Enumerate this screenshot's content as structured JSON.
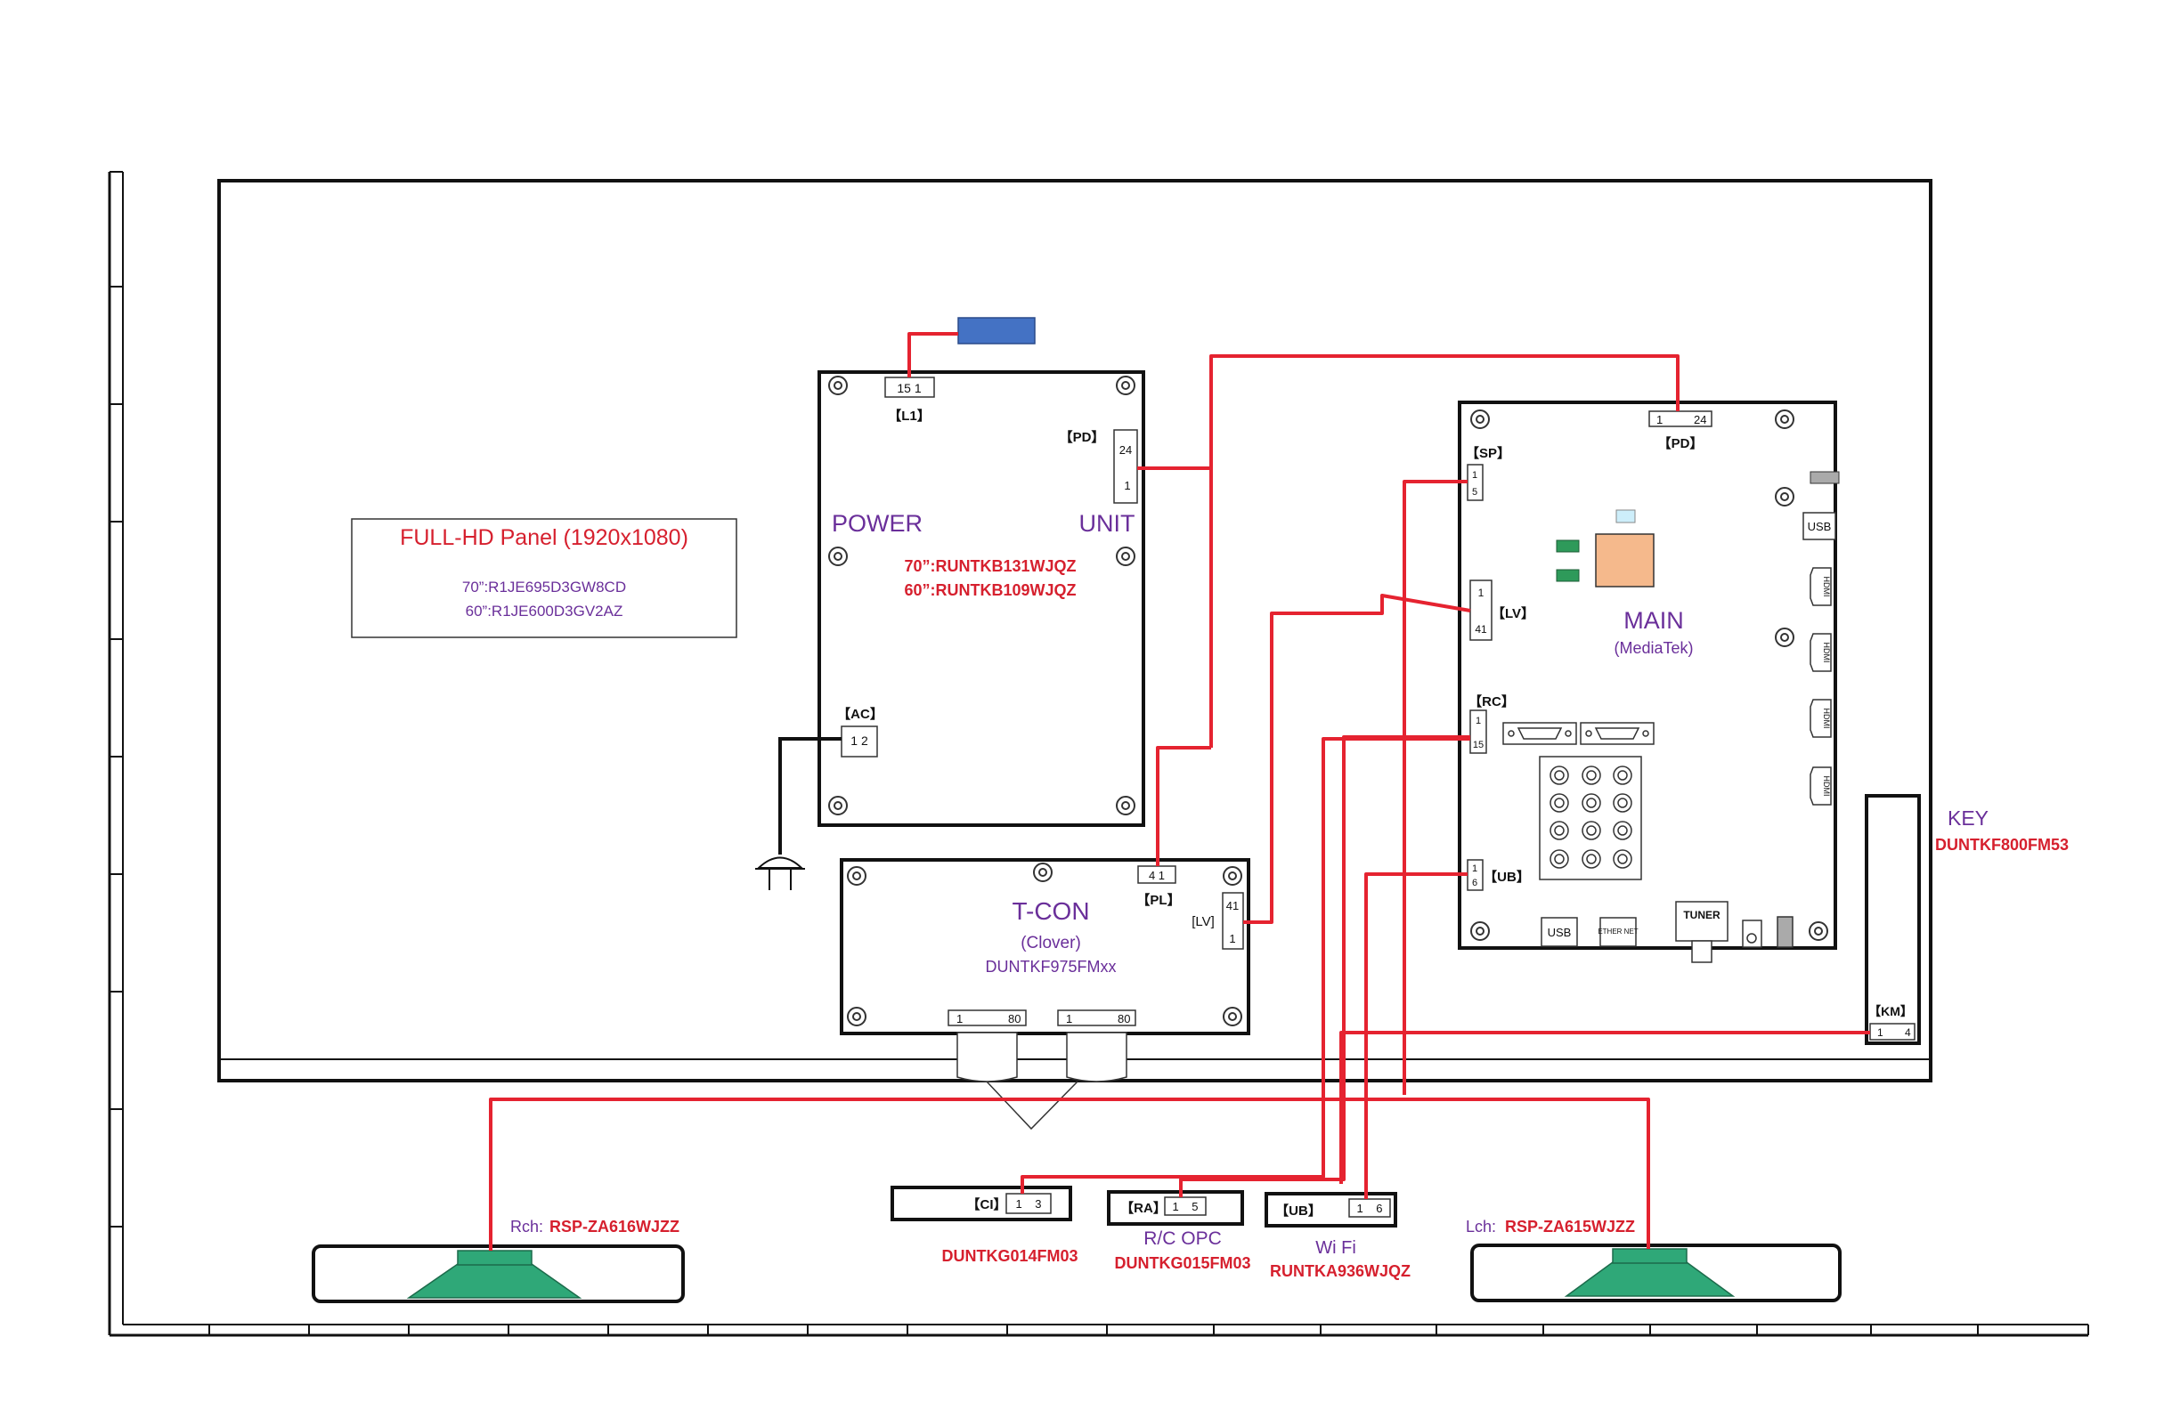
{
  "colors": {
    "wire": "#e52330",
    "label_purple": "#6a2f9a",
    "label_red": "#d6202e",
    "speaker_green": "#2fa878",
    "battery_blue": "#4472c4",
    "chip_orange": "#f5b98c"
  },
  "panel": {
    "title": "FULL-HD Panel (1920x1080)",
    "model_70": "70”:R1JE695D3GW8CD",
    "model_60": "60”:R1JE600D3GV2AZ"
  },
  "power_unit": {
    "label_left": "POWER",
    "label_right": "UNIT",
    "model_70": "70”:RUNTKB131WJQZ",
    "model_60": "60”:RUNTKB109WJQZ",
    "connectors": {
      "l1": "【L1】",
      "l1_pins": "15  1",
      "pd": "【PD】",
      "pd_top": "24",
      "pd_bottom": "1",
      "ac": "【AC】",
      "ac_pins": "1 2"
    }
  },
  "tcon": {
    "title": "T-CON",
    "subtitle": "(Clover)",
    "model": "DUNTKF975FMxx",
    "connectors": {
      "pl": "【PL】",
      "pl_pins": "4  1",
      "lv": "[LV]",
      "lv_top": "41",
      "lv_bottom": "1",
      "lvds1_left": "1",
      "lvds1_right": "80",
      "lvds2_left": "1",
      "lvds2_right": "80"
    }
  },
  "main": {
    "title": "MAIN",
    "subtitle": "(MediaTek)",
    "connectors": {
      "pd": "【PD】",
      "pd_pins_left": "1",
      "pd_pins_right": "24",
      "sp": "【SP】",
      "sp_top": "1",
      "sp_bottom": "5",
      "lv": "【LV】",
      "lv_top": "1",
      "lv_bottom": "41",
      "rc": "【RC】",
      "rc_top": "1",
      "rc_bottom": "15",
      "ub": "【UB】",
      "ub_top": "1",
      "ub_bottom": "6"
    },
    "ports": {
      "usb_side": "USB",
      "hdmi": [
        "HDMI",
        "HDMI",
        "HDMI",
        "HDMI"
      ],
      "usb_bottom": "USB",
      "ethernet": "ETHER NET",
      "tuner": "TUNER"
    }
  },
  "key": {
    "title": "KEY",
    "model": "DUNTKF800FM53",
    "connector": "【KM】",
    "pins_left": "1",
    "pins_right": "4"
  },
  "small_boards": [
    {
      "id": "ci",
      "connector": "【CI】",
      "pins": "1    3",
      "title": "",
      "model": "DUNTKG014FM03"
    },
    {
      "id": "ra",
      "connector": "【RA】",
      "pins": "1    5",
      "title": "R/C OPC",
      "model": "DUNTKG015FM03"
    },
    {
      "id": "ub",
      "connector": "【UB】",
      "pins": "1    6",
      "title": "Wi Fi",
      "model": "RUNTKA936WJQZ"
    }
  ],
  "speakers": {
    "right": {
      "prefix": "Rch:",
      "model": "RSP-ZA616WJZZ"
    },
    "left": {
      "prefix": "Lch:",
      "model": "RSP-ZA615WJZZ"
    }
  }
}
